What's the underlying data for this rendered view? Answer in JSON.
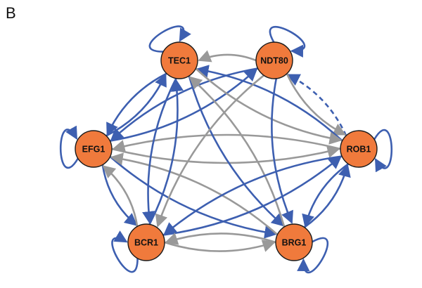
{
  "panel_label": "B",
  "colors": {
    "node_fill": "#f07a3c",
    "node_stroke": "#1a1a1a",
    "edge_blue": "#3d5fb0",
    "edge_gray": "#999999"
  },
  "nodes": [
    {
      "id": "TEC1",
      "label": "TEC1"
    },
    {
      "id": "NDT80",
      "label": "NDT80"
    },
    {
      "id": "EFG1",
      "label": "EFG1"
    },
    {
      "id": "ROB1",
      "label": "ROB1"
    },
    {
      "id": "BCR1",
      "label": "BCR1"
    },
    {
      "id": "BRG1",
      "label": "BRG1"
    }
  ],
  "edges": [
    {
      "from": "TEC1",
      "to": "TEC1",
      "color": "blue"
    },
    {
      "from": "NDT80",
      "to": "NDT80",
      "color": "blue"
    },
    {
      "from": "EFG1",
      "to": "EFG1",
      "color": "blue"
    },
    {
      "from": "ROB1",
      "to": "ROB1",
      "color": "blue"
    },
    {
      "from": "BCR1",
      "to": "BCR1",
      "color": "blue"
    },
    {
      "from": "BRG1",
      "to": "BRG1",
      "color": "blue"
    },
    {
      "from": "NDT80",
      "to": "TEC1",
      "color": "gray"
    },
    {
      "from": "ROB1",
      "to": "NDT80",
      "color": "blue",
      "style": "dashed"
    },
    {
      "from": "NDT80",
      "to": "ROB1",
      "color": "gray"
    },
    {
      "from": "TEC1",
      "to": "EFG1",
      "color": "blue"
    },
    {
      "from": "EFG1",
      "to": "TEC1",
      "color": "blue"
    },
    {
      "from": "EFG1",
      "to": "NDT80",
      "color": "blue"
    },
    {
      "from": "NDT80",
      "to": "EFG1",
      "color": "blue"
    },
    {
      "from": "EFG1",
      "to": "ROB1",
      "color": "gray"
    },
    {
      "from": "ROB1",
      "to": "EFG1",
      "color": "gray"
    },
    {
      "from": "EFG1",
      "to": "BCR1",
      "color": "blue"
    },
    {
      "from": "BCR1",
      "to": "EFG1",
      "color": "gray"
    },
    {
      "from": "EFG1",
      "to": "BRG1",
      "color": "blue"
    },
    {
      "from": "BRG1",
      "to": "EFG1",
      "color": "gray"
    },
    {
      "from": "TEC1",
      "to": "BCR1",
      "color": "blue"
    },
    {
      "from": "BCR1",
      "to": "TEC1",
      "color": "blue"
    },
    {
      "from": "TEC1",
      "to": "BRG1",
      "color": "blue"
    },
    {
      "from": "BRG1",
      "to": "TEC1",
      "color": "gray"
    },
    {
      "from": "ROB1",
      "to": "TEC1",
      "color": "blue"
    },
    {
      "from": "TEC1",
      "to": "ROB1",
      "color": "gray"
    },
    {
      "from": "NDT80",
      "to": "BCR1",
      "color": "gray"
    },
    {
      "from": "NDT80",
      "to": "BRG1",
      "color": "blue"
    },
    {
      "from": "ROB1",
      "to": "BCR1",
      "color": "blue"
    },
    {
      "from": "BCR1",
      "to": "ROB1",
      "color": "blue"
    },
    {
      "from": "ROB1",
      "to": "BRG1",
      "color": "blue"
    },
    {
      "from": "BRG1",
      "to": "ROB1",
      "color": "blue"
    },
    {
      "from": "BRG1",
      "to": "BCR1",
      "color": "gray"
    },
    {
      "from": "BCR1",
      "to": "BRG1",
      "color": "gray"
    }
  ]
}
